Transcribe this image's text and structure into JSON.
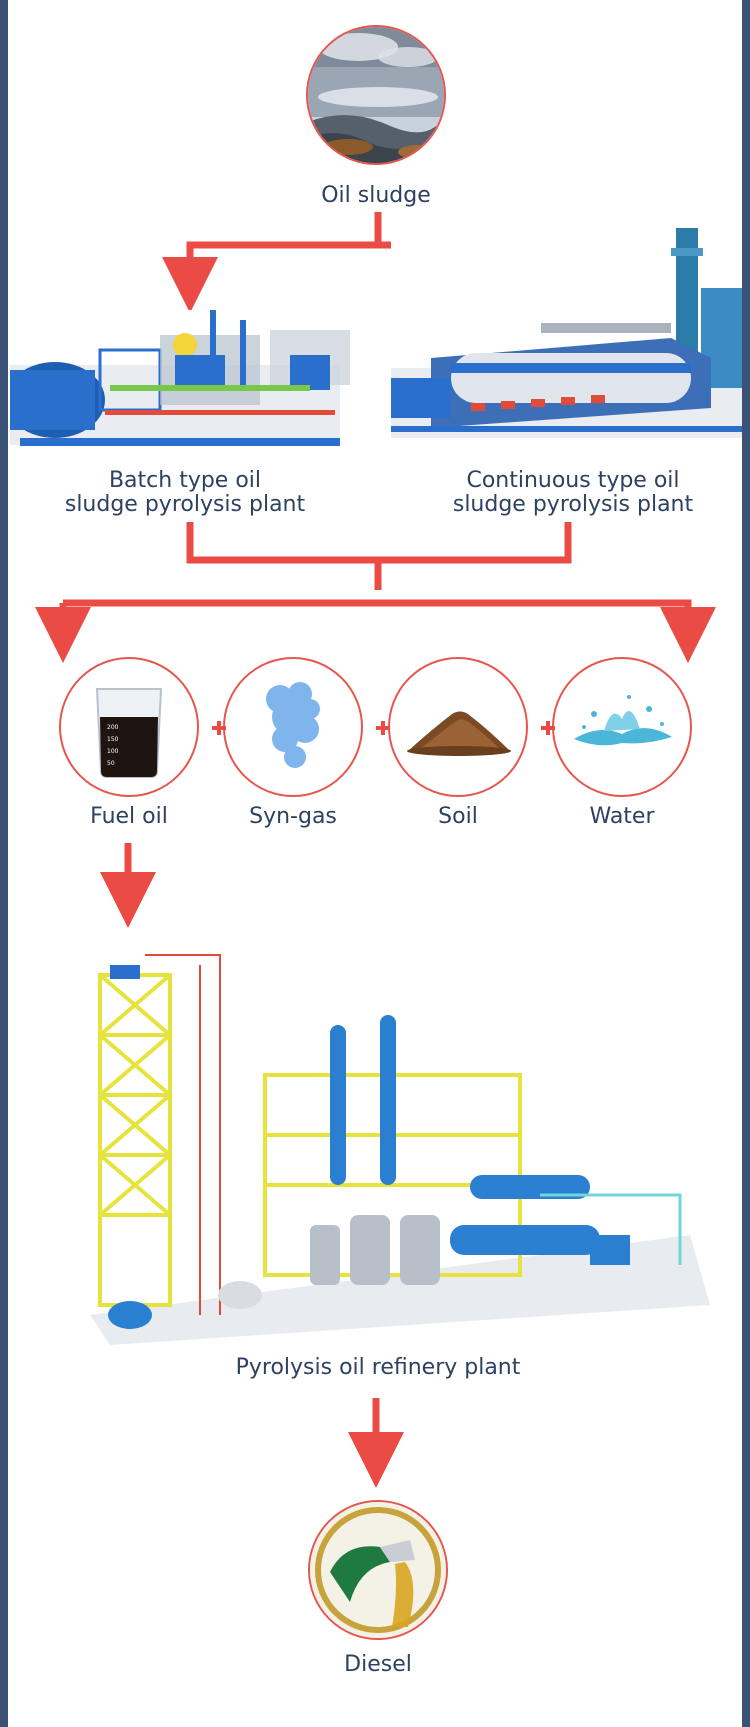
{
  "nodes": {
    "oil_sludge": "Oil sludge",
    "batch_line1": "Batch type oil",
    "batch_line2": "sludge pyrolysis plant",
    "continuous_line1": "Continuous type oil",
    "continuous_line2": "sludge pyrolysis plant",
    "fuel_oil": "Fuel oil",
    "syn_gas": "Syn-gas",
    "soil": "Soil",
    "water": "Water",
    "refinery": "Pyrolysis oil refinery plant",
    "diesel": "Diesel"
  },
  "beaker_marks": [
    "200",
    "150",
    "100",
    "50"
  ],
  "colors": {
    "arrow": "#ea4b45",
    "border": "#3a5275",
    "text": "#2d4160",
    "circle_border": "#e7564d"
  },
  "icons": [
    "sludge-photo",
    "batch-plant-illustration",
    "continuous-plant-illustration",
    "beaker-icon",
    "smoke-icon",
    "soil-pile-icon",
    "water-splash-icon",
    "refinery-plant-illustration",
    "fuel-nozzle-icon",
    "plus-icon",
    "arrow-icon"
  ]
}
